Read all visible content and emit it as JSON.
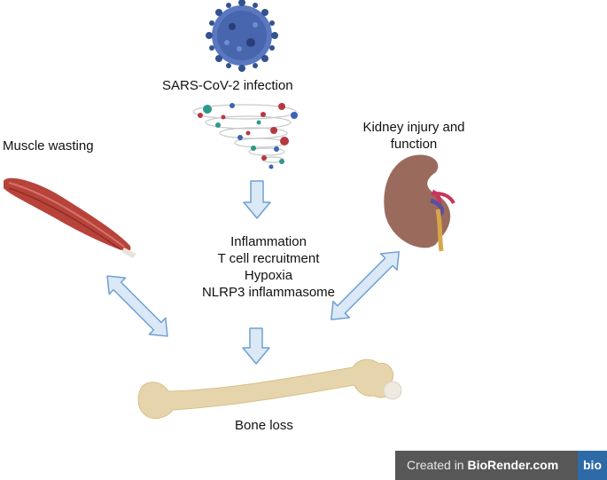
{
  "labels": {
    "virus": "SARS-CoV-2 infection",
    "muscle": "Muscle wasting",
    "kidney": "Kidney injury and function",
    "bone": "Bone loss"
  },
  "center_lines": [
    "Inflammation",
    "T cell recruitment",
    "Hypoxia",
    "NLRP3 inflammasome"
  ],
  "credit": {
    "prefix": "Created in ",
    "brand": "BioRender.com",
    "logo": "bio"
  },
  "colors": {
    "arrow_fill": "#dbe8f6",
    "arrow_stroke": "#6f9fd4",
    "virus": "#3f5fa8",
    "muscle": "#b8433a",
    "kidney": "#9a6b5d",
    "bone": "#e6d5ac"
  }
}
